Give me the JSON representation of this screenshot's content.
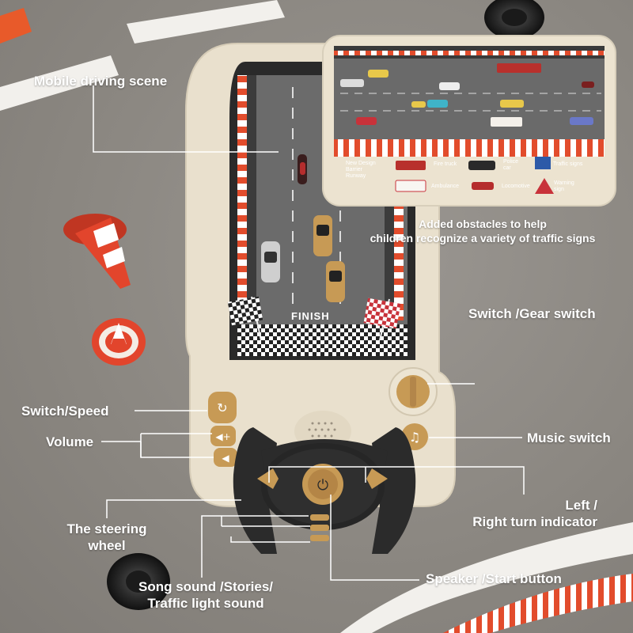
{
  "callouts": {
    "mobile_scene": "Mobile driving scene",
    "obstacles": "Added obstacles to help\nchildren recognize a variety of traffic signs",
    "gear_switch": "Switch /Gear switch",
    "switch_speed": "Switch/Speed",
    "volume": "Volume",
    "music_switch": "Music switch",
    "turn_indicator": "Left /\nRight turn indicator",
    "steering_wheel": "The steering\nwheel",
    "speaker_start": "Speaker /Start button",
    "song_sound": "Song sound /Stories/\nTraffic light sound"
  },
  "device": {
    "finish_text": "FINISH"
  },
  "inset_legend": {
    "runway": "New Design\nBarrier\nRunway",
    "fire_truck": "Fire truck",
    "police_car": "Police\ncar",
    "traffic_signs": "Traffic signs",
    "ambulance": "Ambulance",
    "locomotive": "Locomotive",
    "warning_sign": "Warning\nsign"
  },
  "colors": {
    "device_body": "#e9e0cd",
    "road": "#6b6b6b",
    "accent_gold": "#c79a55",
    "wheel_black": "#2b2b2b",
    "cone_orange": "#e2452c"
  }
}
